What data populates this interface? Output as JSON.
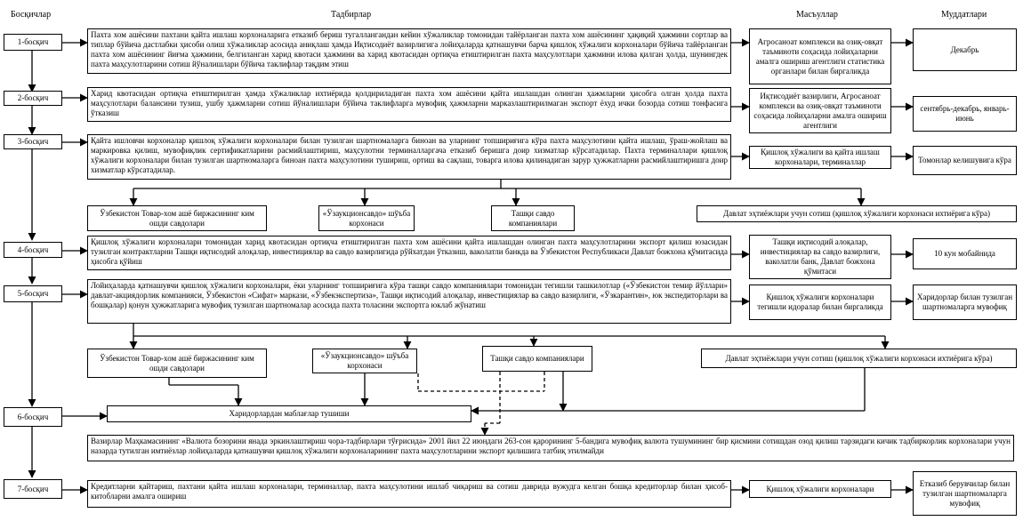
{
  "headers": {
    "stages": "Босқичлар",
    "actions": "Тадбирлар",
    "responsible": "Масъуллар",
    "deadlines": "Муддатлари"
  },
  "stages": [
    "1-босқич",
    "2-босқич",
    "3-босқич",
    "4-босқич",
    "5-босқич",
    "6-босқич",
    "7-босқич"
  ],
  "actions": {
    "s1": "Пахта хом ашёсини пахтани қайта ишлаш корхоналарига етказиб бериш тугаллангандан кейин хўжаликлар томонидан тайёрланган пахта хом ашёсининг ҳақиқий ҳажмини сортлар ва типлар бўйича дастлабки ҳисоби олиш хўжаликлар асосида аниқлаш ҳамда Иқтисодиёт вазирлигига лойиҳаларда қатнашувчи барча қишлоқ хўжалиги корхоналари бўйича тайёрланган пахта хом ашёсининг йиғма ҳажмини, белгиланган харид квотаси ҳажмини ва харид квотасидан ортиқча етиштирилган пахта маҳсулотлари ҳажмини илова қилган ҳолда, шунингдек пахта маҳсулотларини сотиш йўналишлари бўйича таклифлар тақдим этиш",
    "s2": "Харид квотасидан ортиқча етиштирилган ҳамда хўжаликлар ихтиёрида қолдириладиган пахта хом ашёсини қайта ишлашдан олинган ҳажмларни ҳисобга олган ҳолда пахта маҳсулотлари балансини тузиш, ушбу ҳажмларни сотиш йўналишлари бўйича таклифларга мувофиқ ҳажмларни марказлаштирилмаган экспорт ёхуд ички бозорда сотиш тонфасига ўтказиш",
    "s3": "Қайта ишловчи корхоналар қишлоқ хўжалиги корхоналари билан тузилган шартномаларга биноан ва уларнинг топшириғига кўра пахта маҳсулотини қайта ишлаш, ўраш-жойлаш ва маркировка қилиш, мувофиқлик сертификатларини расмийлаштириш, маҳсулотни терминалларгача етказиб беришга доир хизматлар кўрсатадилар. Пахта терминаллари қишлоқ хўжалиги корхоналари билан тузилган шартномаларга биноан пахта маҳсулотини тушириш, ортиш ва сақлаш, товарга илова қилинадиган зарур ҳужжатларни расмийлаштиришга доир хизматлар кўрсатадилар.",
    "s4": "Қишлоқ хўжалиги корхоналари томонидан харид квотасидан ортиқча етиштирилган пахта хом ашёсини қайта ишлашдан олинган пахта маҳсулотларини экспорт қилиш юзасидан тузилган контрактларни Ташқи иқтисодий алоқалар, инвестициялар ва савдо вазирлигида рўйхатдан ўтказиш, ваколатли банкда ва Ўзбекистон Республикаси Давлат божхона қўмитасида ҳисобга қўйиш",
    "s5": "Лойиҳаларда қатнашувчи қишлоқ хўжалиги корхоналари, ёки уларнинг топшириғига кўра ташқи савдо компаниялари томонидан тегишли ташкилотлар («Ўзбекистон темир йўллари» давлат-акциядорлик компанияси, Ўзбекистон «Сифат» маркази, «Ўзбекэкспертиза», Ташқи иқтисодий алоқалар, инвестициялар ва савдо вазирлиги, «Ўзкарантин», юк экспедиторлари ва бошқалар) қонун ҳужжатларига мувофиқ тузилган шартномалар асосида пахта толасини экспортга юклаб жўнатиш",
    "s6_receipt": "Харидорлардан маблағлар тушиши",
    "s6": "Вазирлар Маҳкамасининг «Валюта бозорини янада эркинлаштириш чора-тадбирлари тўғрисида» 2001 йил 22 июндаги 263-сон қарорининг 5-бандига мувофиқ валюта тушумининг бир қисмини сотишдан озод қилиш тарзидаги кичик тадбиркорлик корхоналари учун назарда тутилган имтиёзлар лойиҳаларда қатнашувчи қишлоқ хўжалиги корхоналарининг пахта маҳсулотларини экспорт қилишига татбиқ этилмайди",
    "s7": "Кредитларни қайтариш, пахтани қайта ишлаш корхоналари, терминаллар, пахта маҳсулотини ишлаб чиқариш ва сотиш даврида вужудга келган бошқа кредиторлар билан ҳисоб-китобларни амалга ошириш"
  },
  "channels": {
    "exchange": "Ўзбекистон Товар-хом ашё биржасининг ким ошди савдолари",
    "subsidiary": "«Ўзаукционсавдо» шўъба корхонаси",
    "trade_cos": "Ташқи савдо компаниялари",
    "state_needs": "Давлат эҳтиёжлари учун сотиш (қишлоқ хўжалиги корхонаси ихтиёрига кўра)"
  },
  "responsible": {
    "s1": "Агросаноат комплекси ва озиқ-овқат таъминоти соҳасида лойиҳаларни амалга ошириш агентлиги статистика органлари билан биргаликда",
    "s2": "Иқтисодиёт вазирлиги, Агросаноат комплекси ва озиқ-овқат таъминоти соҳасида лойиҳаларни амалга ошириш агентлиги",
    "s3": "Қишлоқ хўжалиги ва қайта ишлаш корхоналари, терминаллар",
    "s4": "Ташқи иқтисодий алоқалар, инвестициялар ва савдо вазирлиги, ваколатли банк, Давлат божхона қўмитаси",
    "s5": "Қишлоқ хўжалиги корхоналари тегишли идоралар билан биргаликда",
    "s7": "Қишлоқ хўжалиги корхоналари"
  },
  "deadlines": {
    "s1": "Декабрь",
    "s2": "сентябрь-декабрь, январь-июнь",
    "s3": "Томонлар келишувига кўра",
    "s4": "10 кун мобайнида",
    "s5": "Харидорлар билан тузилган шартномаларга мувофиқ",
    "s7": "Етказиб берувчилар билан тузилган шартномаларга мувофиқ"
  }
}
